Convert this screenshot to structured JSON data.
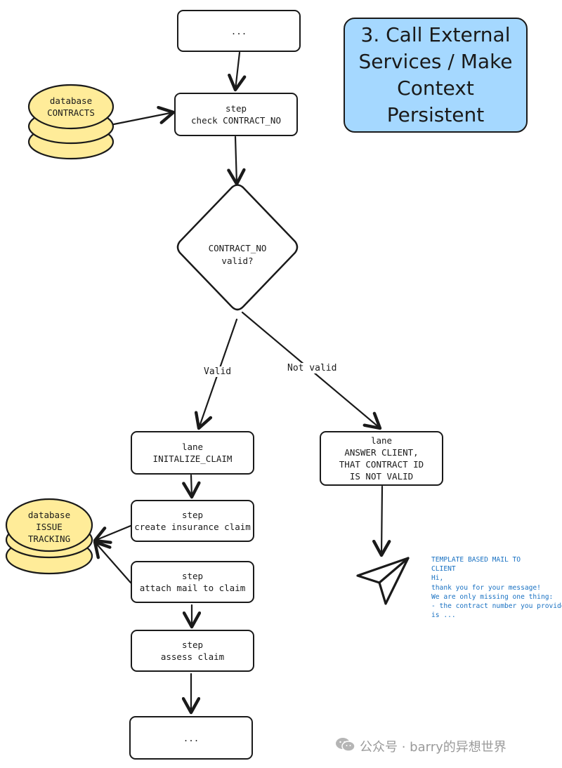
{
  "title": [
    "3. Call External",
    "Services / Make",
    "Context",
    "Persistent"
  ],
  "nodes": {
    "top_ellipsis": "...",
    "check_contract": [
      "step",
      "check CONTRACT_NO"
    ],
    "decision": [
      "CONTRACT_NO",
      "valid?"
    ],
    "lane_initialize": [
      "lane",
      "INITALIZE_CLAIM"
    ],
    "lane_answer": [
      "lane",
      "ANSWER CLIENT,",
      "THAT CONTRACT ID",
      "IS NOT VALID"
    ],
    "create_claim": [
      "step",
      "create insurance claim"
    ],
    "attach_mail": [
      "step",
      "attach mail to claim"
    ],
    "assess_claim": [
      "step",
      "assess claim"
    ],
    "bottom_ellipsis": "..."
  },
  "databases": {
    "contracts": [
      "database",
      "CONTRACTS"
    ],
    "issue_tracking": [
      "database",
      "ISSUE",
      "TRACKING"
    ]
  },
  "edges": {
    "valid": "Valid",
    "not_valid": "Not valid"
  },
  "mail_template": [
    "TEMPLATE BASED MAIL TO",
    "CLIENT",
    "Hi,",
    "thank you for your message!",
    "We are only missing one thing:",
    "- the contract number you provided",
    "is ..."
  ],
  "watermark": "公众号 · barry的异想世界",
  "colors": {
    "title_fill": "#a5d8ff",
    "database_fill": "#ffec99",
    "mail_text": "#1971c2",
    "stroke": "#1a1a1a",
    "watermark": "#9a9a9a"
  },
  "icons": [
    "paper-plane-icon",
    "wechat-icon",
    "database-icon"
  ]
}
